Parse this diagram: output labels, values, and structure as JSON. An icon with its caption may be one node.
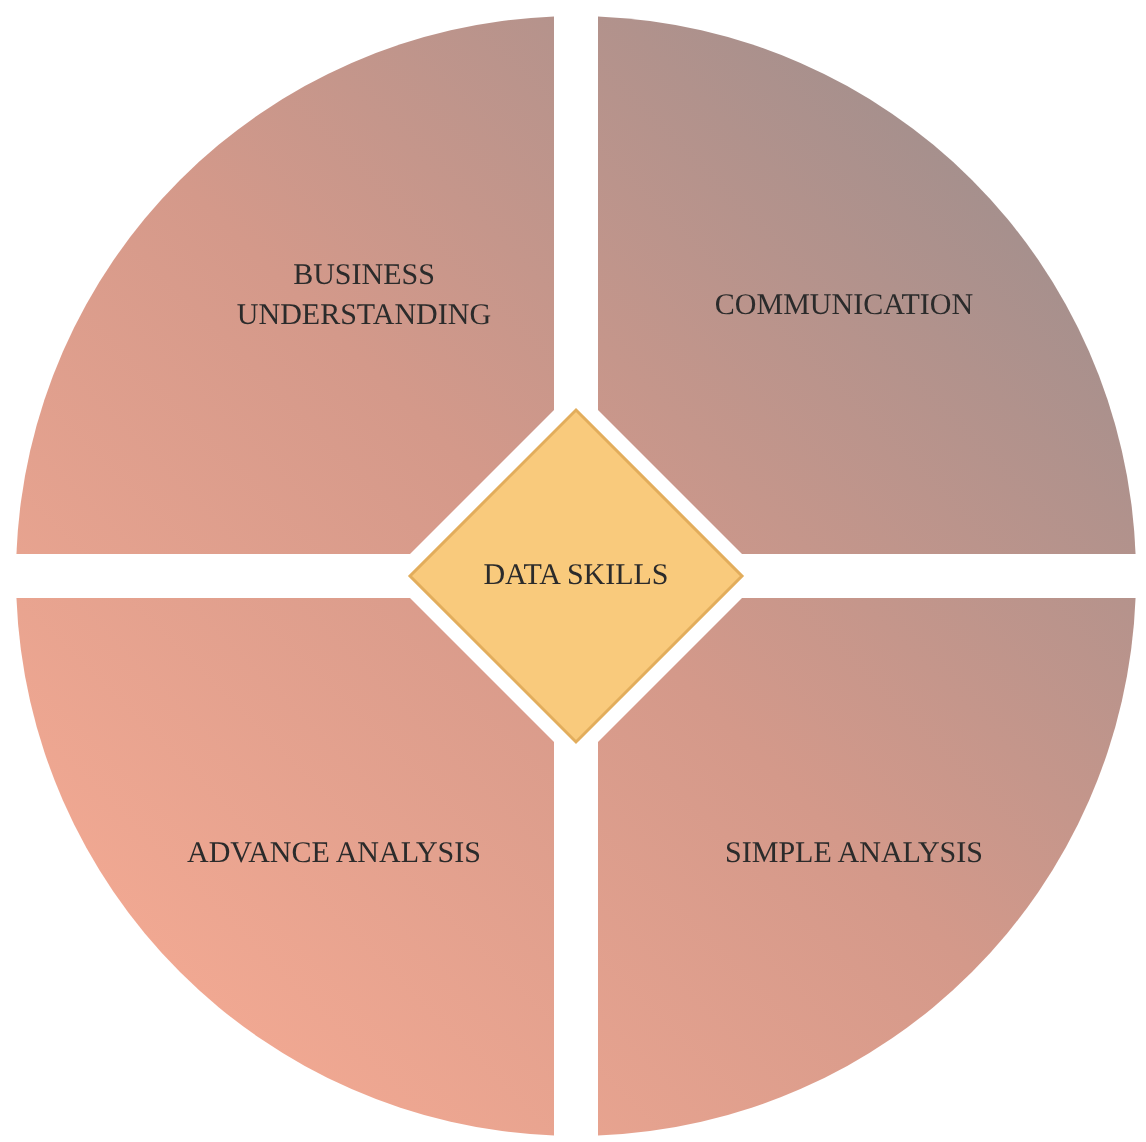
{
  "diagram": {
    "nodes": [
      {
        "text": [
          "BUSINESS UNDERSTANDING"
        ]
      },
      {
        "text": [
          "COMMUNICATION"
        ]
      },
      {
        "text": [
          "DATA SKILLS"
        ]
      },
      {
        "text": [
          "ADVANCE ANALYSIS"
        ]
      },
      {
        "text": [
          "SIMPLE ANALYSIS"
        ]
      }
    ]
  }
}
